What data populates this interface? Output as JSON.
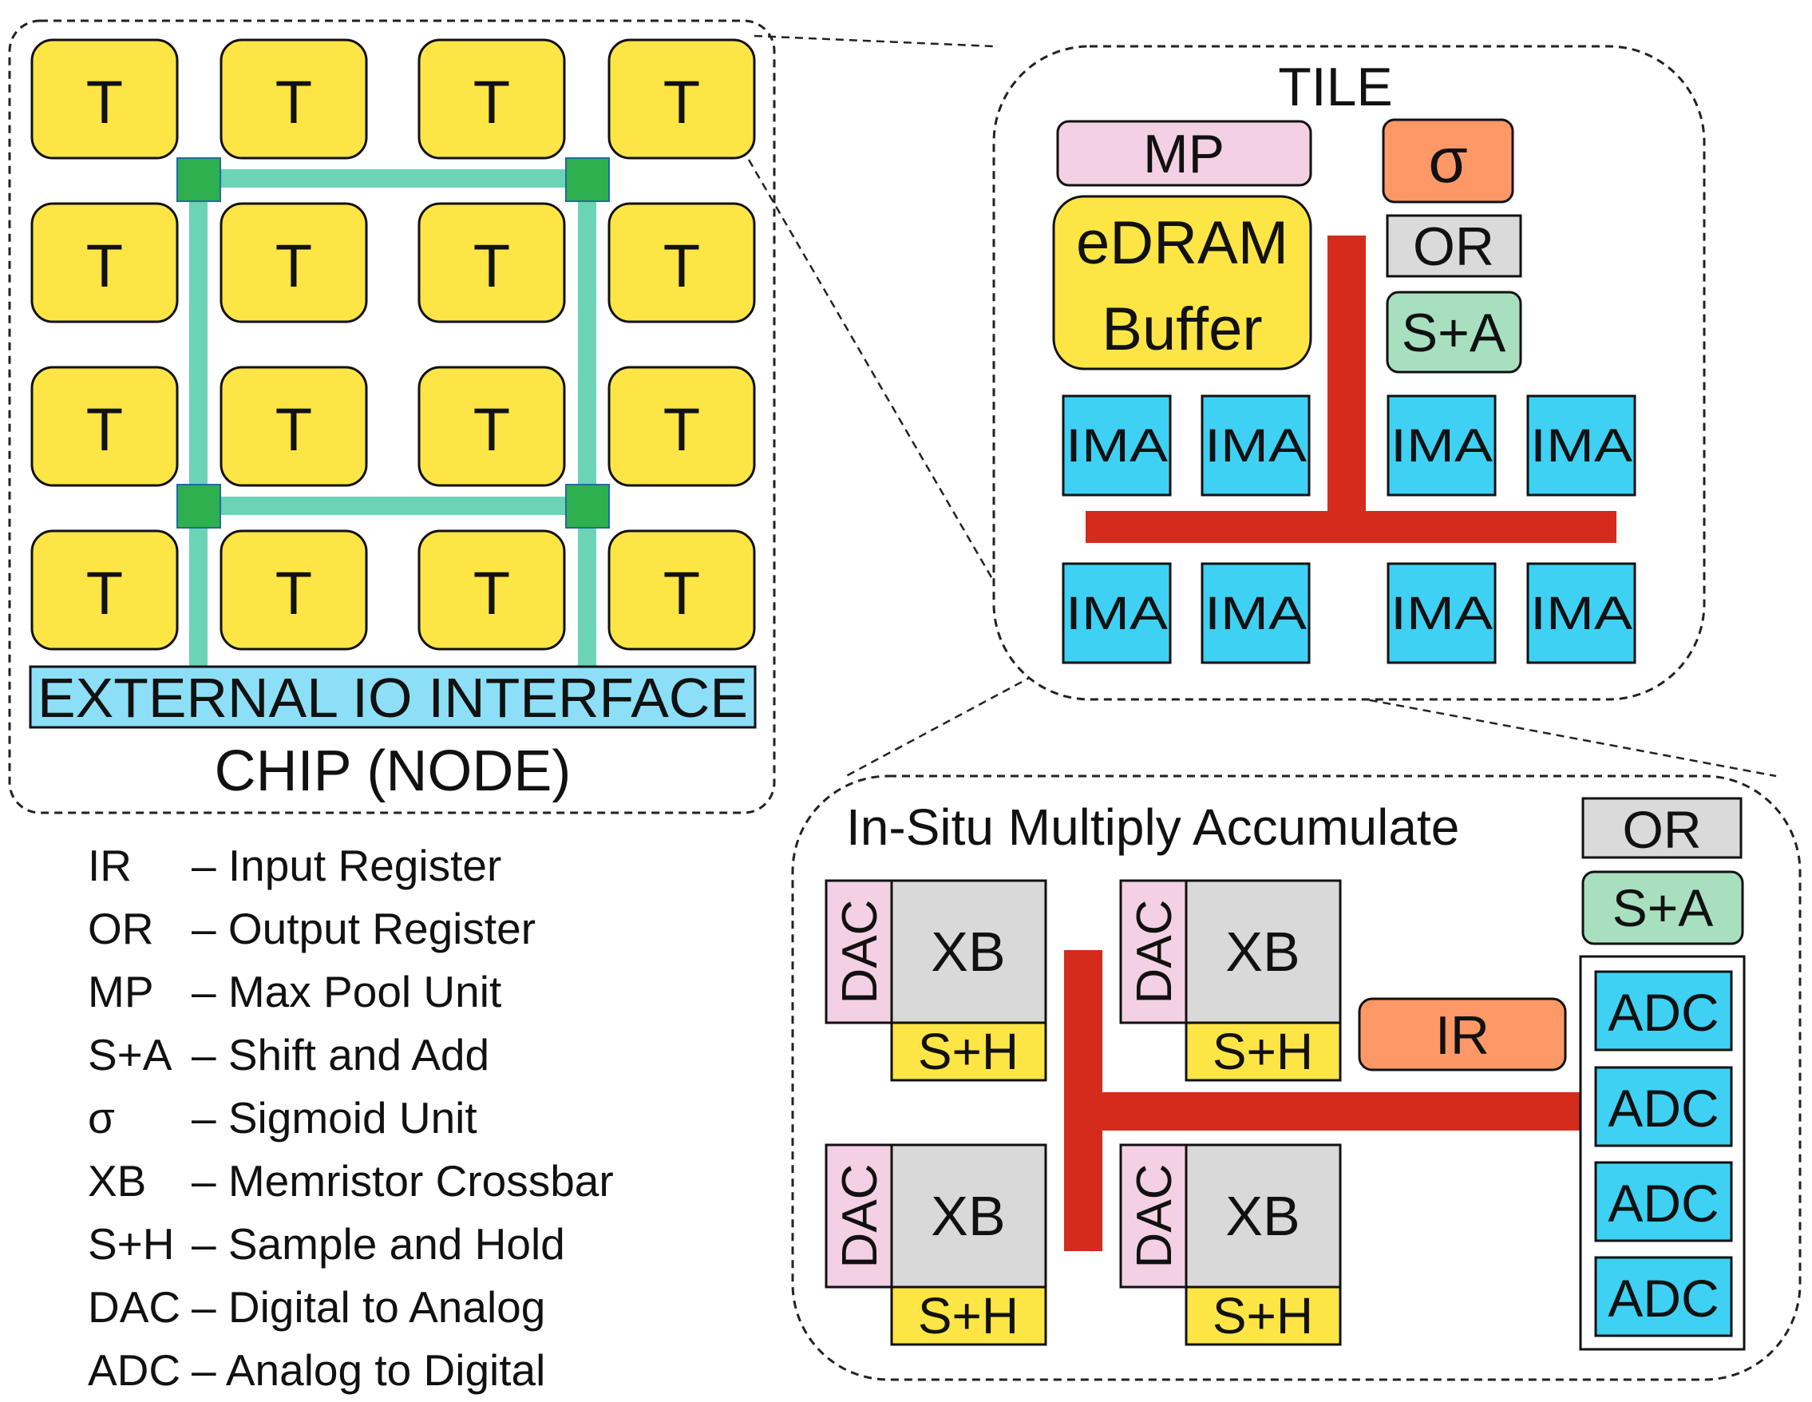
{
  "chip": {
    "tile_label": "T",
    "io_label": "EXTERNAL IO INTERFACE",
    "title": "CHIP (NODE)"
  },
  "tile": {
    "title": "TILE",
    "mp": "MP",
    "sigma": "σ",
    "or": "OR",
    "sa": "S+A",
    "edram_line1": "eDRAM",
    "edram_line2": "Buffer",
    "ima": "IMA"
  },
  "isaac": {
    "title": "In-Situ Multiply Accumulate",
    "or": "OR",
    "sa": "S+A",
    "ir": "IR",
    "dac": "DAC",
    "xb": "XB",
    "sh": "S+H",
    "adc": "ADC"
  },
  "legend": [
    {
      "abbr": "IR",
      "desc": "– Input Register"
    },
    {
      "abbr": "OR",
      "desc": "– Output Register"
    },
    {
      "abbr": "MP",
      "desc": "– Max Pool Unit"
    },
    {
      "abbr": "S+A",
      "desc": "– Shift and Add"
    },
    {
      "abbr": "σ",
      "desc": "– Sigmoid Unit"
    },
    {
      "abbr": "XB",
      "desc": "– Memristor Crossbar"
    },
    {
      "abbr": "S+H",
      "desc": "– Sample and Hold"
    },
    {
      "abbr": "DAC",
      "desc": "– Digital to Analog"
    },
    {
      "abbr": "ADC",
      "desc": "– Analog to Digital"
    }
  ],
  "colors": {
    "tile_yellow": "#fde545",
    "router_green": "#2eb04f",
    "link_teal": "#6bd3b6",
    "io_blue": "#8ddff7",
    "ima_blue": "#3ed1f3",
    "mp_pink": "#f4d0e4",
    "sigma_orange": "#fe9866",
    "or_gray": "#dadada",
    "sa_green": "#a8e0bf",
    "bus_red": "#d42b1c",
    "xb_gray": "#d9d9d9"
  }
}
